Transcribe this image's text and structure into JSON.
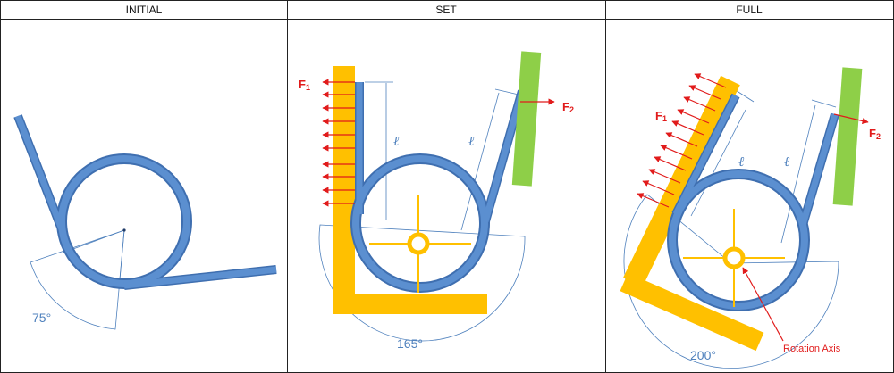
{
  "panels": [
    {
      "title": "INITIAL",
      "angle_label": "75°"
    },
    {
      "title": "SET",
      "angle_label": "165°",
      "force_left": "F",
      "force_left_sub": "1",
      "force_right": "F",
      "force_right_sub": "2",
      "length_label_left": "ℓ",
      "length_label_right": "ℓ"
    },
    {
      "title": "FULL",
      "angle_label": "200°",
      "force_left": "F",
      "force_left_sub": "1",
      "force_right": "F",
      "force_right_sub": "2",
      "length_label_left": "ℓ",
      "length_label_right": "ℓ",
      "rotation_axis_label": "Rotation Axis"
    }
  ],
  "colors": {
    "spring": "#5b8fd0",
    "spring_outline": "#3f6fb0",
    "mandrel_and_arm": "#ffc000",
    "stop_block": "#8ecf48",
    "force": "#e11b1b",
    "dimension": "#4f81bd"
  }
}
